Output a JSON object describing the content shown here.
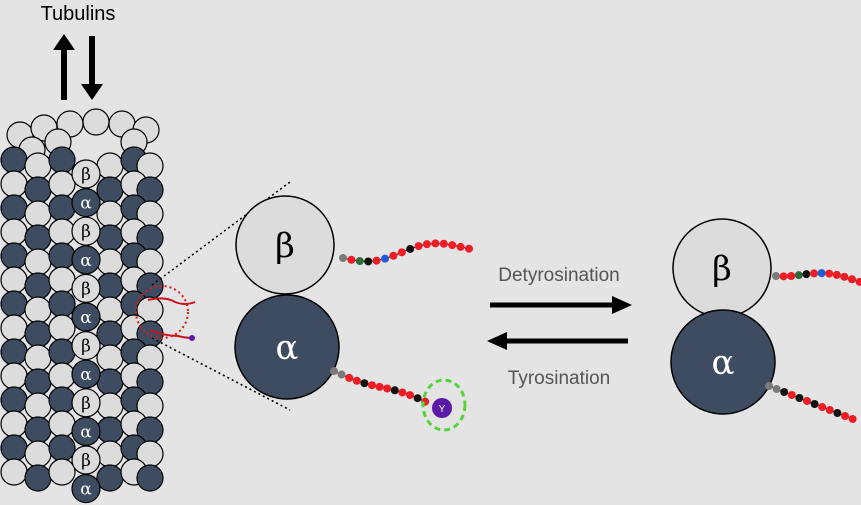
{
  "title": "Tubulins",
  "labels": {
    "beta": "β",
    "alpha": "α",
    "tyrosine": "Y"
  },
  "reactions": {
    "forward": "Detyrosination",
    "reverse": "Tyrosination"
  },
  "colors": {
    "background": "#e4e4e4",
    "beta_subunit": "#dcdcdc",
    "alpha_subunit": "#3d4c60",
    "tail_red": "#ee1c24",
    "tail_black": "#111111",
    "tail_blue": "#1e5bd8",
    "tail_green": "#2f6a3a",
    "tail_gray": "#7a7a7a",
    "tyrosine": "#5a1aa8",
    "tyrosine_ring": "#55d43a",
    "zoom_circle": "#e01a1a"
  },
  "icons": {
    "up_arrow": "up-arrow-icon",
    "down_arrow": "down-arrow-icon",
    "forward_arrow": "right-arrow-icon",
    "reverse_arrow": "left-arrow-icon"
  }
}
